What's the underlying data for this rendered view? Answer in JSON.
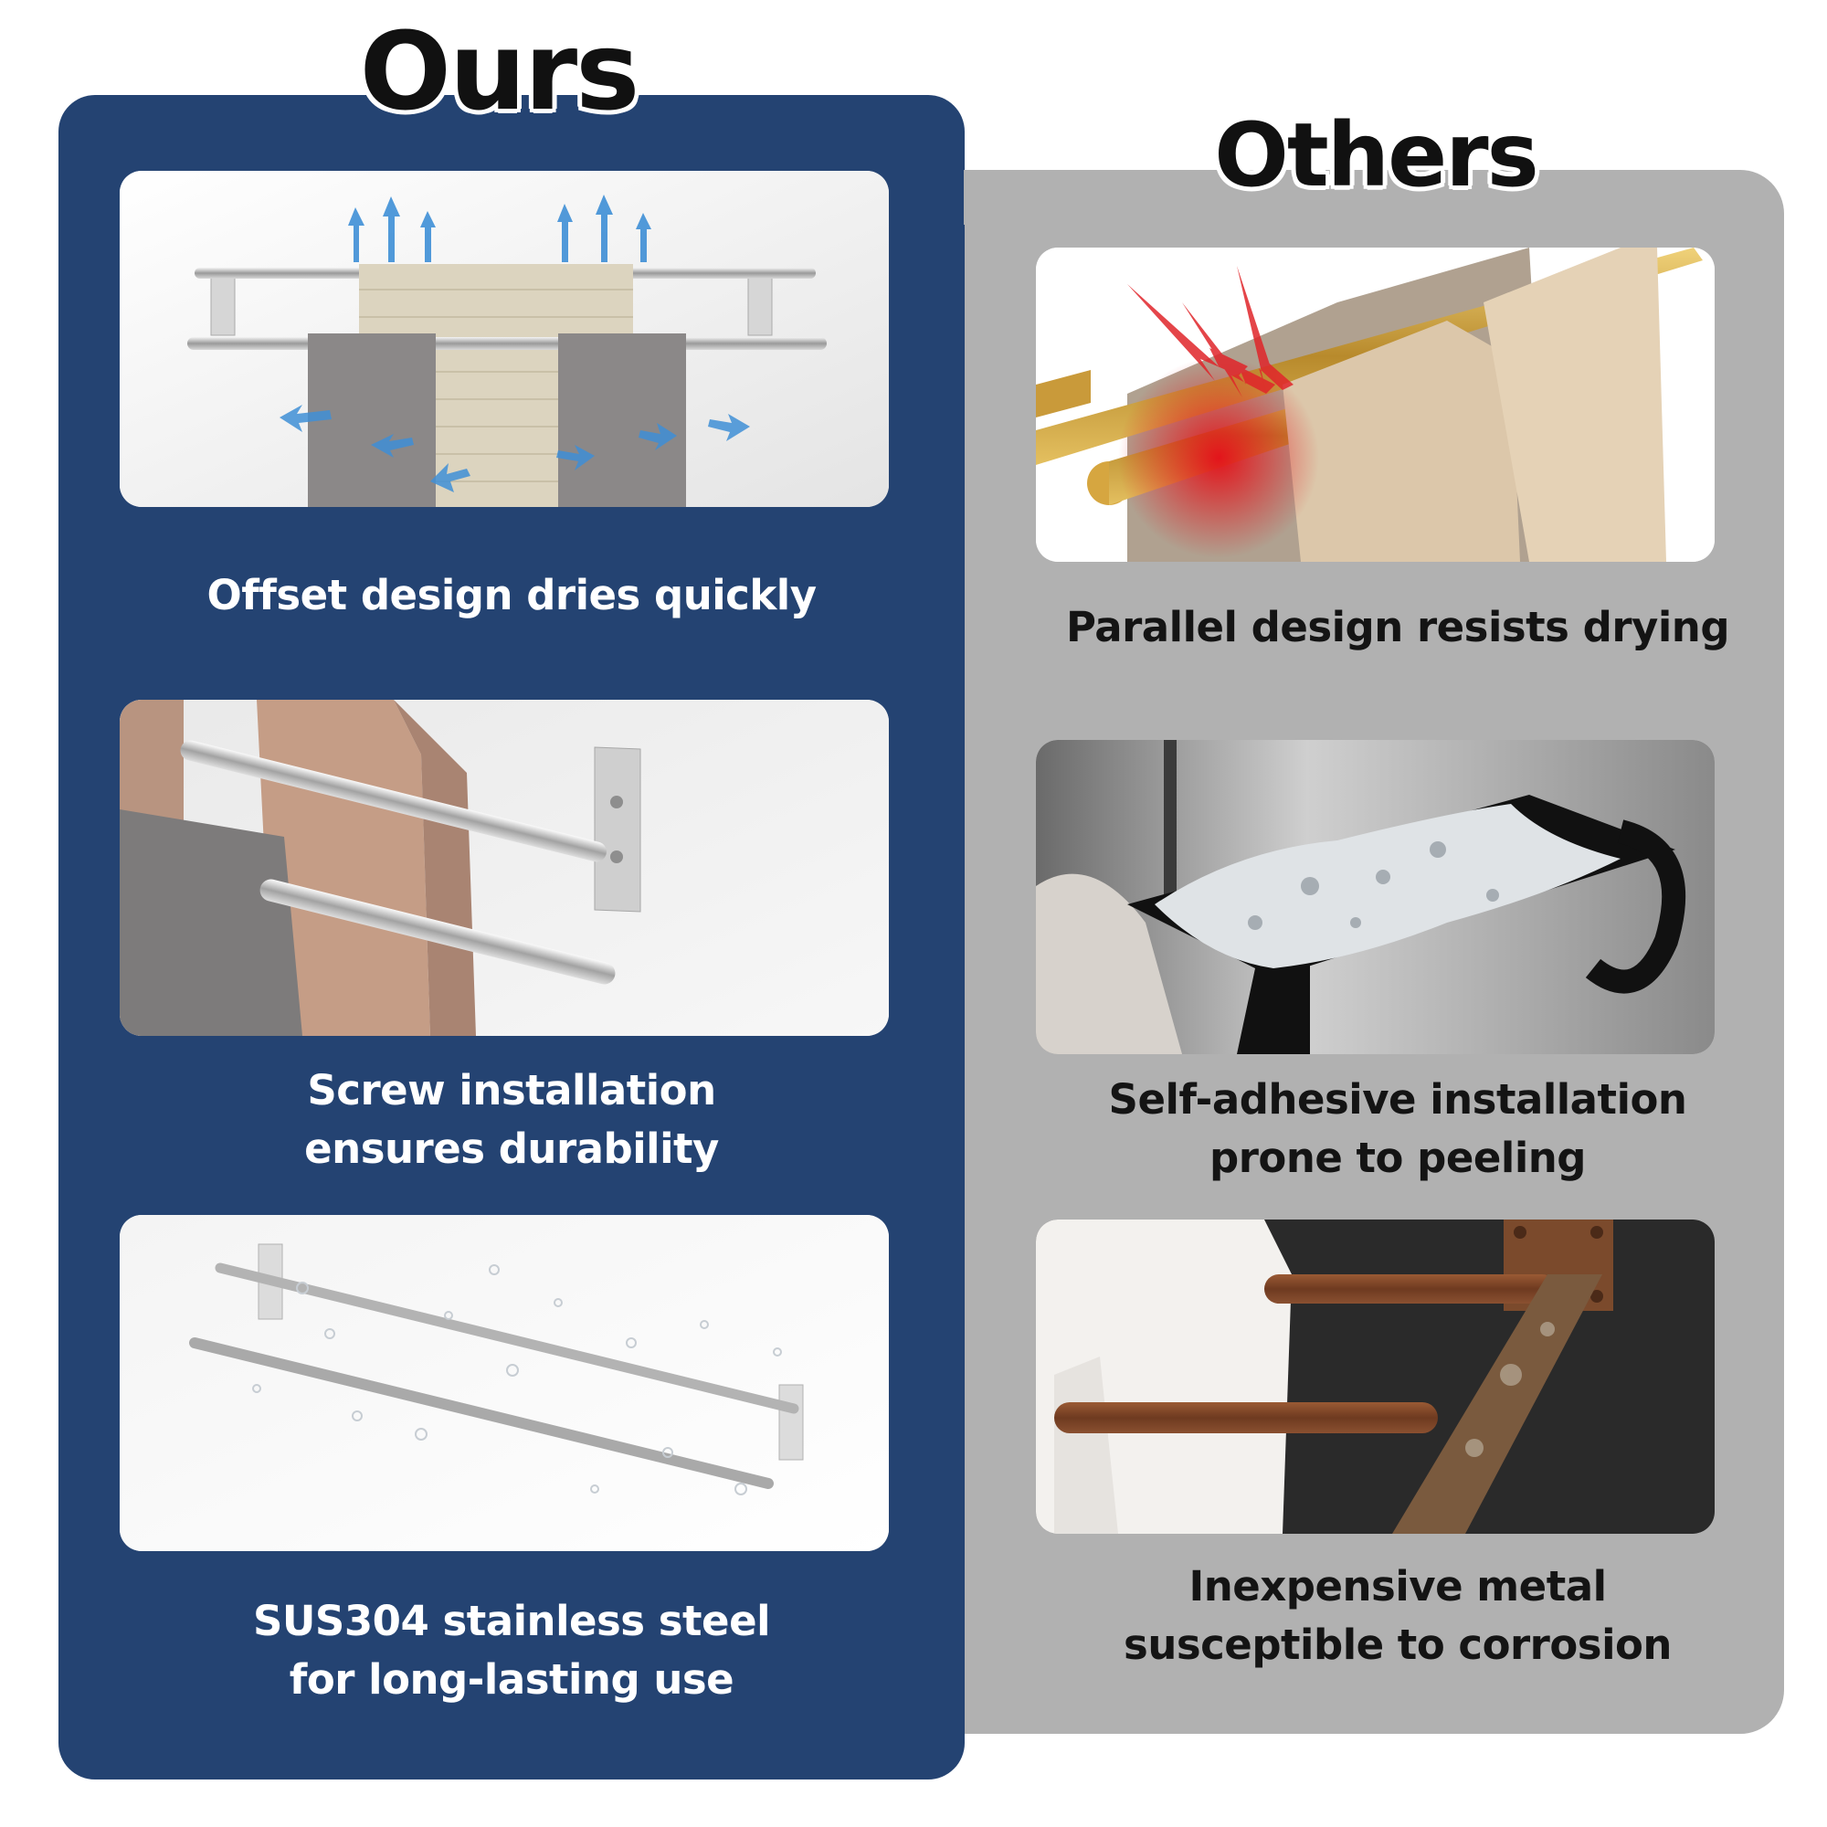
{
  "headings": {
    "ours": "Ours",
    "others": "Others"
  },
  "ours": {
    "items": [
      {
        "caption_lines": [
          "Offset design dries quickly"
        ]
      },
      {
        "caption_lines": [
          "Screw installation",
          "ensures durability"
        ]
      },
      {
        "caption_lines": [
          "SUS304 stainless steel",
          "for long-lasting use"
        ]
      }
    ]
  },
  "others": {
    "items": [
      {
        "caption_lines": [
          "Parallel design resists drying"
        ]
      },
      {
        "caption_lines": [
          "Self-adhesive installation",
          "prone to peeling"
        ]
      },
      {
        "caption_lines": [
          "Inexpensive metal",
          "susceptible to corrosion"
        ]
      }
    ]
  },
  "colors": {
    "ours_panel": "#244372",
    "others_panel": "#b1b1b1",
    "airflow_arrow": "#3f8fd6",
    "heat_arrow": "#e0252a"
  }
}
